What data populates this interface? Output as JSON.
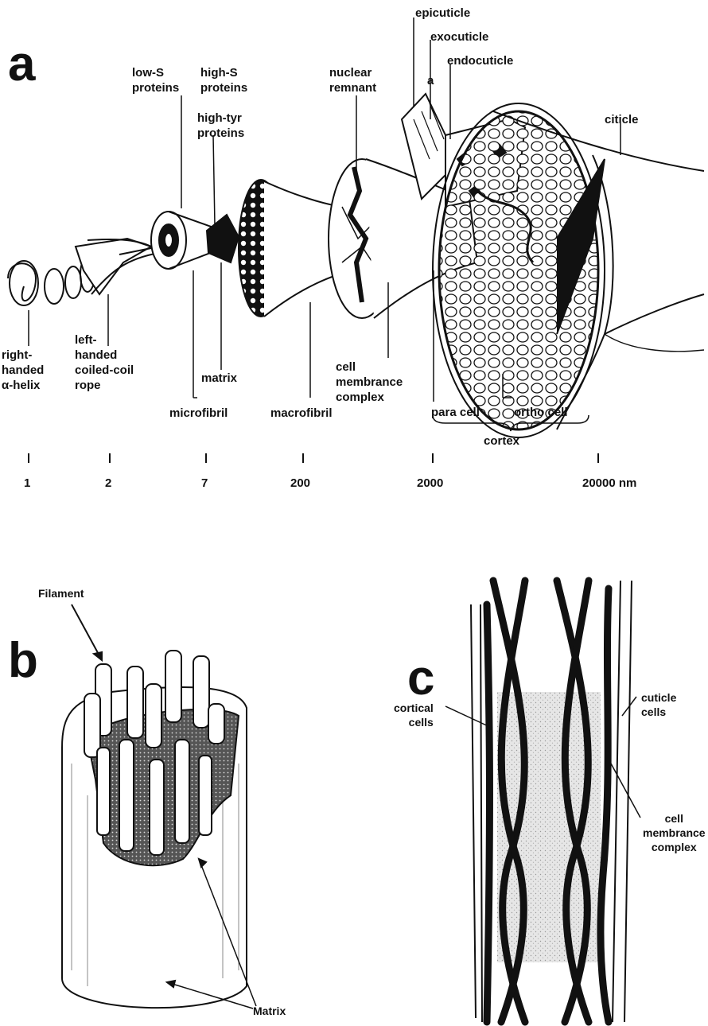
{
  "panel_a": {
    "letter": "a",
    "labels": {
      "epicuticle": "epicuticle",
      "exocuticle": "exocuticle",
      "a_marker": "a",
      "endocuticle": "endocuticle",
      "low_s": "low-S\nproteins",
      "high_s": "high-S\nproteins",
      "high_tyr": "high-tyr\nproteins",
      "nuclear_remnant": "nuclear\nremnant",
      "citicle": "citicle",
      "right_handed": "right-\nhanded\nα-helix",
      "left_handed": "left-\nhanded\ncoiled-coil\nrope",
      "matrix": "matrix",
      "microfibril": "microfibril",
      "macrofibril": "macrofibril",
      "cell_membrance": "cell\nmembrance\ncomplex",
      "para_cell": "para cell",
      "ortho_cell": "ortho cell",
      "cortex": "cortex"
    },
    "scale": [
      "1",
      "2",
      "7",
      "200",
      "2000",
      "20000 nm"
    ]
  },
  "panel_b": {
    "letter": "b",
    "labels": {
      "filament": "Filament",
      "matrix": "Matrix"
    }
  },
  "panel_c": {
    "letter": "c",
    "labels": {
      "cortical_cells": "cortical\ncells",
      "cuticle_cells": "cuticle\ncells",
      "cell_membrance": "cell\nmembrance\ncomplex"
    }
  }
}
